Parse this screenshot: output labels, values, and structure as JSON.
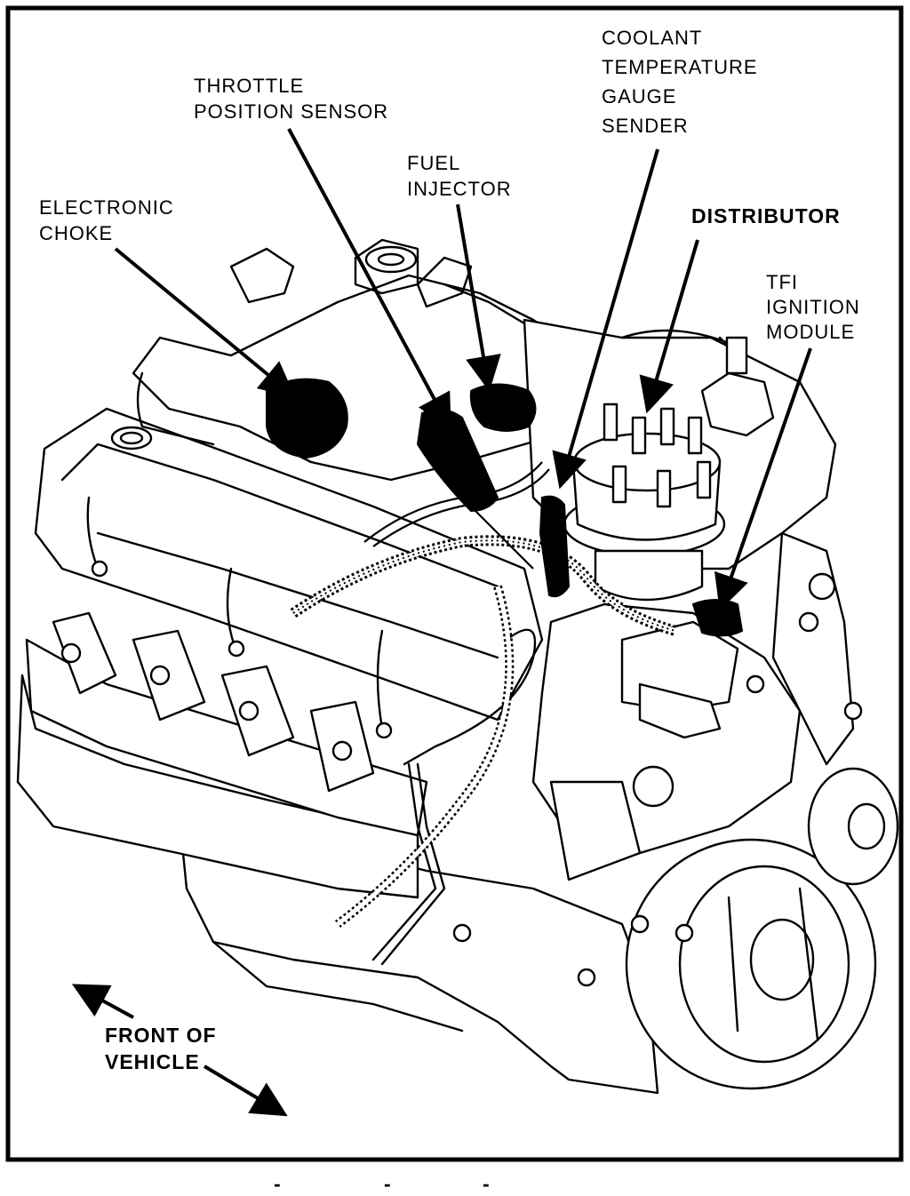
{
  "labels": {
    "coolant_temperature_gauge_sender": [
      "COOLANT",
      "TEMPERATURE",
      "GAUGE",
      "SENDER"
    ],
    "throttle_position_sensor": [
      "THROTTLE",
      "POSITION SENSOR"
    ],
    "fuel_injector": [
      "FUEL",
      "INJECTOR"
    ],
    "electronic_choke": [
      "ELECTRONIC",
      "CHOKE"
    ],
    "distributor": "DISTRIBUTOR",
    "tfi_ignition_module": [
      "TFI",
      "IGNITION",
      "MODULE"
    ],
    "front_of_vehicle": [
      "FRONT OF",
      "VEHICLE"
    ]
  },
  "footer_marks": [
    "-",
    "-",
    "-"
  ],
  "colors": {
    "ink": "#000000",
    "paper": "#ffffff"
  }
}
